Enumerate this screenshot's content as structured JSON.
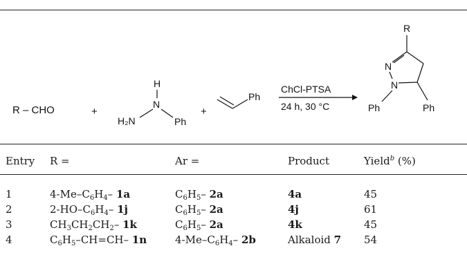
{
  "scheme": {
    "aldehyde": "R – CHO",
    "plus1": "+",
    "hydrazine_H": "H",
    "hydrazine_N": "N",
    "hydrazine_H2N": "H₂N",
    "hydrazine_Ph": "Ph",
    "plus2": "+",
    "styrene_Ph": "Ph",
    "reagent_top": "ChCl-PTSA",
    "reagent_bottom": "24 h, 30 °C",
    "product_R": "R",
    "product_N1": "N",
    "product_N2": "N",
    "product_Ph_left": "Ph",
    "product_Ph_right": "Ph"
  },
  "table": {
    "headers": {
      "entry": "Entry",
      "r": "R =",
      "ar": "Ar =",
      "product": "Product",
      "yield_prefix": "Yield",
      "yield_sup": "b",
      "yield_suffix": " (%)"
    },
    "rows": [
      {
        "entry": "1",
        "r_html": "4-Me–C<sub>6</sub>H<sub>4</sub>– <b>1a</b>",
        "ar_html": "C<sub>6</sub>H<sub>5</sub>– <b>2a</b>",
        "product_html": "<b>4a</b>",
        "yield": "45"
      },
      {
        "entry": "2",
        "r_html": "2-HO–C<sub>6</sub>H<sub>4</sub>– <b>1j</b>",
        "ar_html": "C<sub>6</sub>H<sub>5</sub>– <b>2a</b>",
        "product_html": "<b>4j</b>",
        "yield": "61"
      },
      {
        "entry": "3",
        "r_html": "CH<sub>3</sub>CH<sub>2</sub>CH<sub>2</sub>– <b>1k</b>",
        "ar_html": "C<sub>6</sub>H<sub>5</sub>– <b>2a</b>",
        "product_html": "<b>4k</b>",
        "yield": "45"
      },
      {
        "entry": "4",
        "r_html": "C<sub>6</sub>H<sub>5</sub>–CH=CH– <b>1n</b>",
        "ar_html": "4-Me–C<sub>6</sub>H<sub>4</sub>– <b>2b</b>",
        "product_html": "Alkaloid <b>7</b>",
        "yield": "54"
      }
    ]
  }
}
